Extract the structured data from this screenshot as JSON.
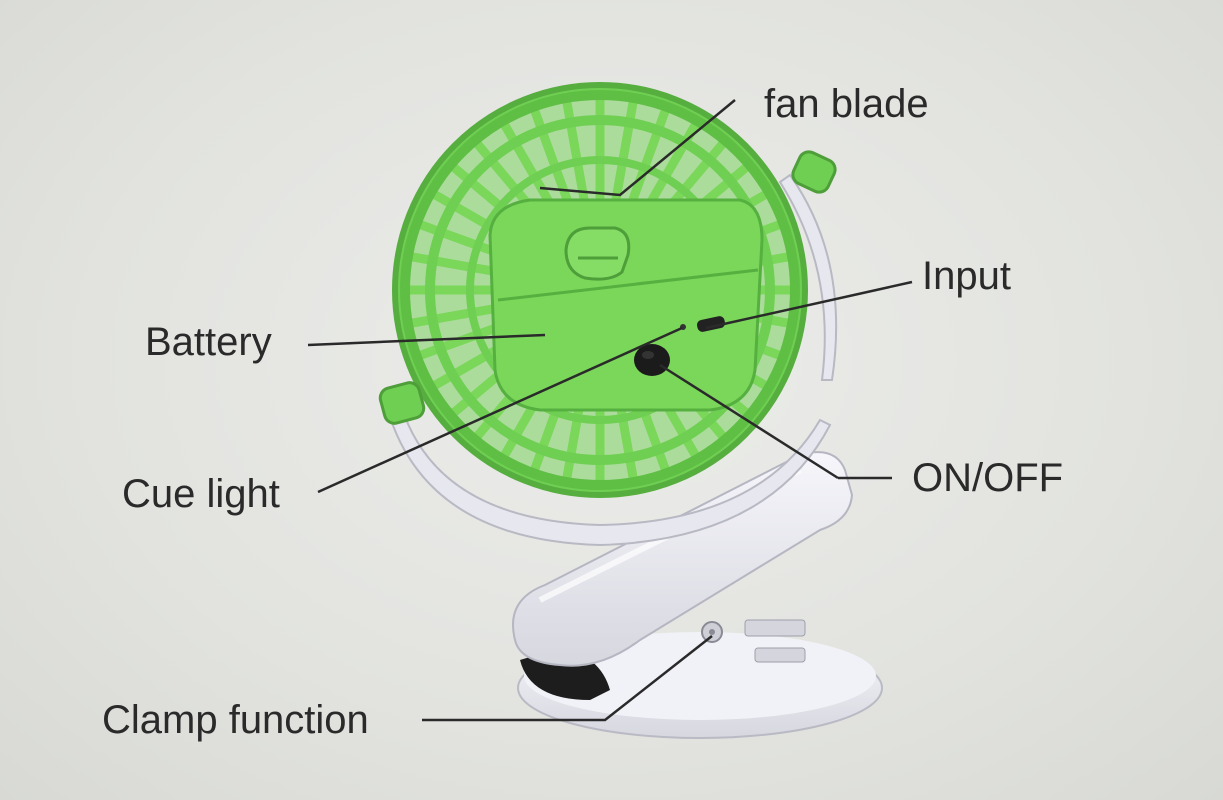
{
  "labels": {
    "fan_blade": "fan blade",
    "input": "Input",
    "battery": "Battery",
    "on_off": "ON/OFF",
    "cue_light": "Cue light",
    "clamp_function": "Clamp function"
  },
  "colors": {
    "fan_green": "#7ad75a",
    "fan_green_dark": "#55b040",
    "clamp_white": "#eeeff5",
    "clamp_shade": "#c9cad4",
    "leader_line": "#2a2a2a",
    "button_black": "#1b1b1b"
  }
}
